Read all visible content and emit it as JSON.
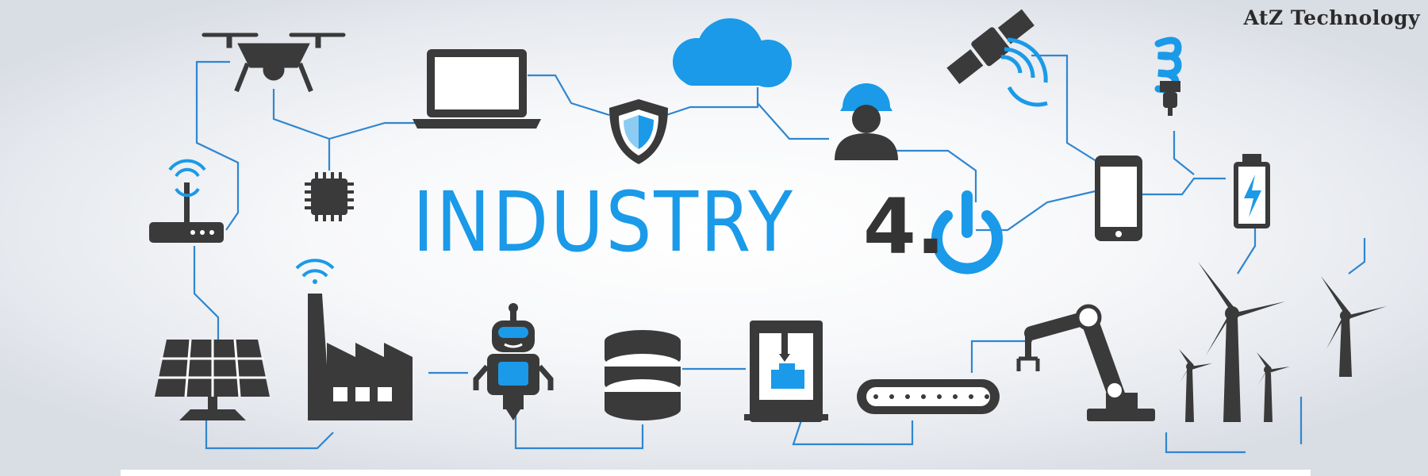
{
  "brand": "AtZ Technology",
  "title": "INDUSTRY",
  "version": "4.",
  "colors": {
    "accent_blue": "#1a9ae8",
    "icon_dark": "#3a3a3a",
    "line_blue": "#2f86d0",
    "background": "#f4f5f7"
  },
  "icons": [
    "drone-icon",
    "laptop-icon",
    "cloud-icon",
    "satellite-icon",
    "lightbulb-icon",
    "router-icon",
    "chip-icon",
    "shield-icon",
    "worker-icon",
    "smartphone-icon",
    "battery-icon",
    "power-icon",
    "solar-panel-icon",
    "factory-icon",
    "robot-icon",
    "database-icon",
    "3d-printer-icon",
    "conveyor-belt-icon",
    "robotic-arm-icon",
    "wind-turbine-icon"
  ]
}
